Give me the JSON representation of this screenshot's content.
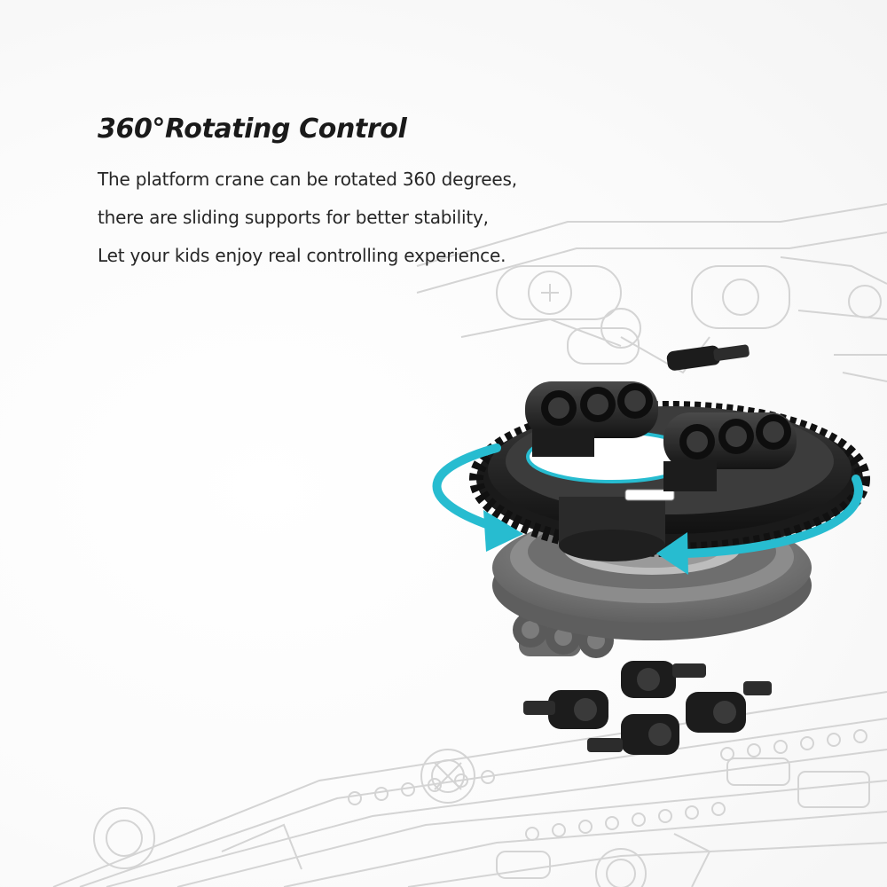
{
  "headline": "360°Rotating Control",
  "description": [
    "The platform crane can be rotated 360 degrees,",
    "there are sliding supports for better stability,",
    "Let your kids enjoy real controlling experience."
  ],
  "colors": {
    "accent": "#27bcd0",
    "part_dark": "#1e1e1e",
    "part_grey": "#7a7a7a",
    "sketch": "#d4d4d4"
  },
  "icons": {
    "rotation": "rotation-arrow-icon",
    "gear": "gear-ring-icon"
  }
}
